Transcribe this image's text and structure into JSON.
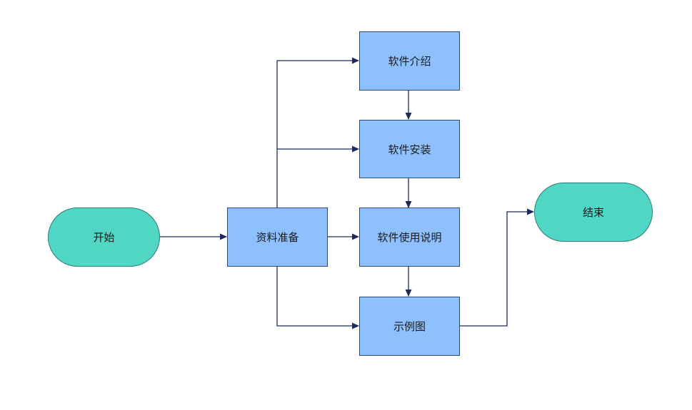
{
  "diagram": {
    "nodes": {
      "start": {
        "label": "开始"
      },
      "prepare": {
        "label": "资料准备"
      },
      "intro": {
        "label": "软件介绍"
      },
      "install": {
        "label": "软件安装"
      },
      "usage": {
        "label": "软件使用说明"
      },
      "examples": {
        "label": "示例图"
      },
      "end": {
        "label": "结束"
      }
    },
    "colors": {
      "terminal_fill": "#4fd6c4",
      "terminal_border": "#2e7d72",
      "process_fill": "#8ec0ff",
      "process_border": "#33466e",
      "connector": "#1f2a5c"
    }
  }
}
